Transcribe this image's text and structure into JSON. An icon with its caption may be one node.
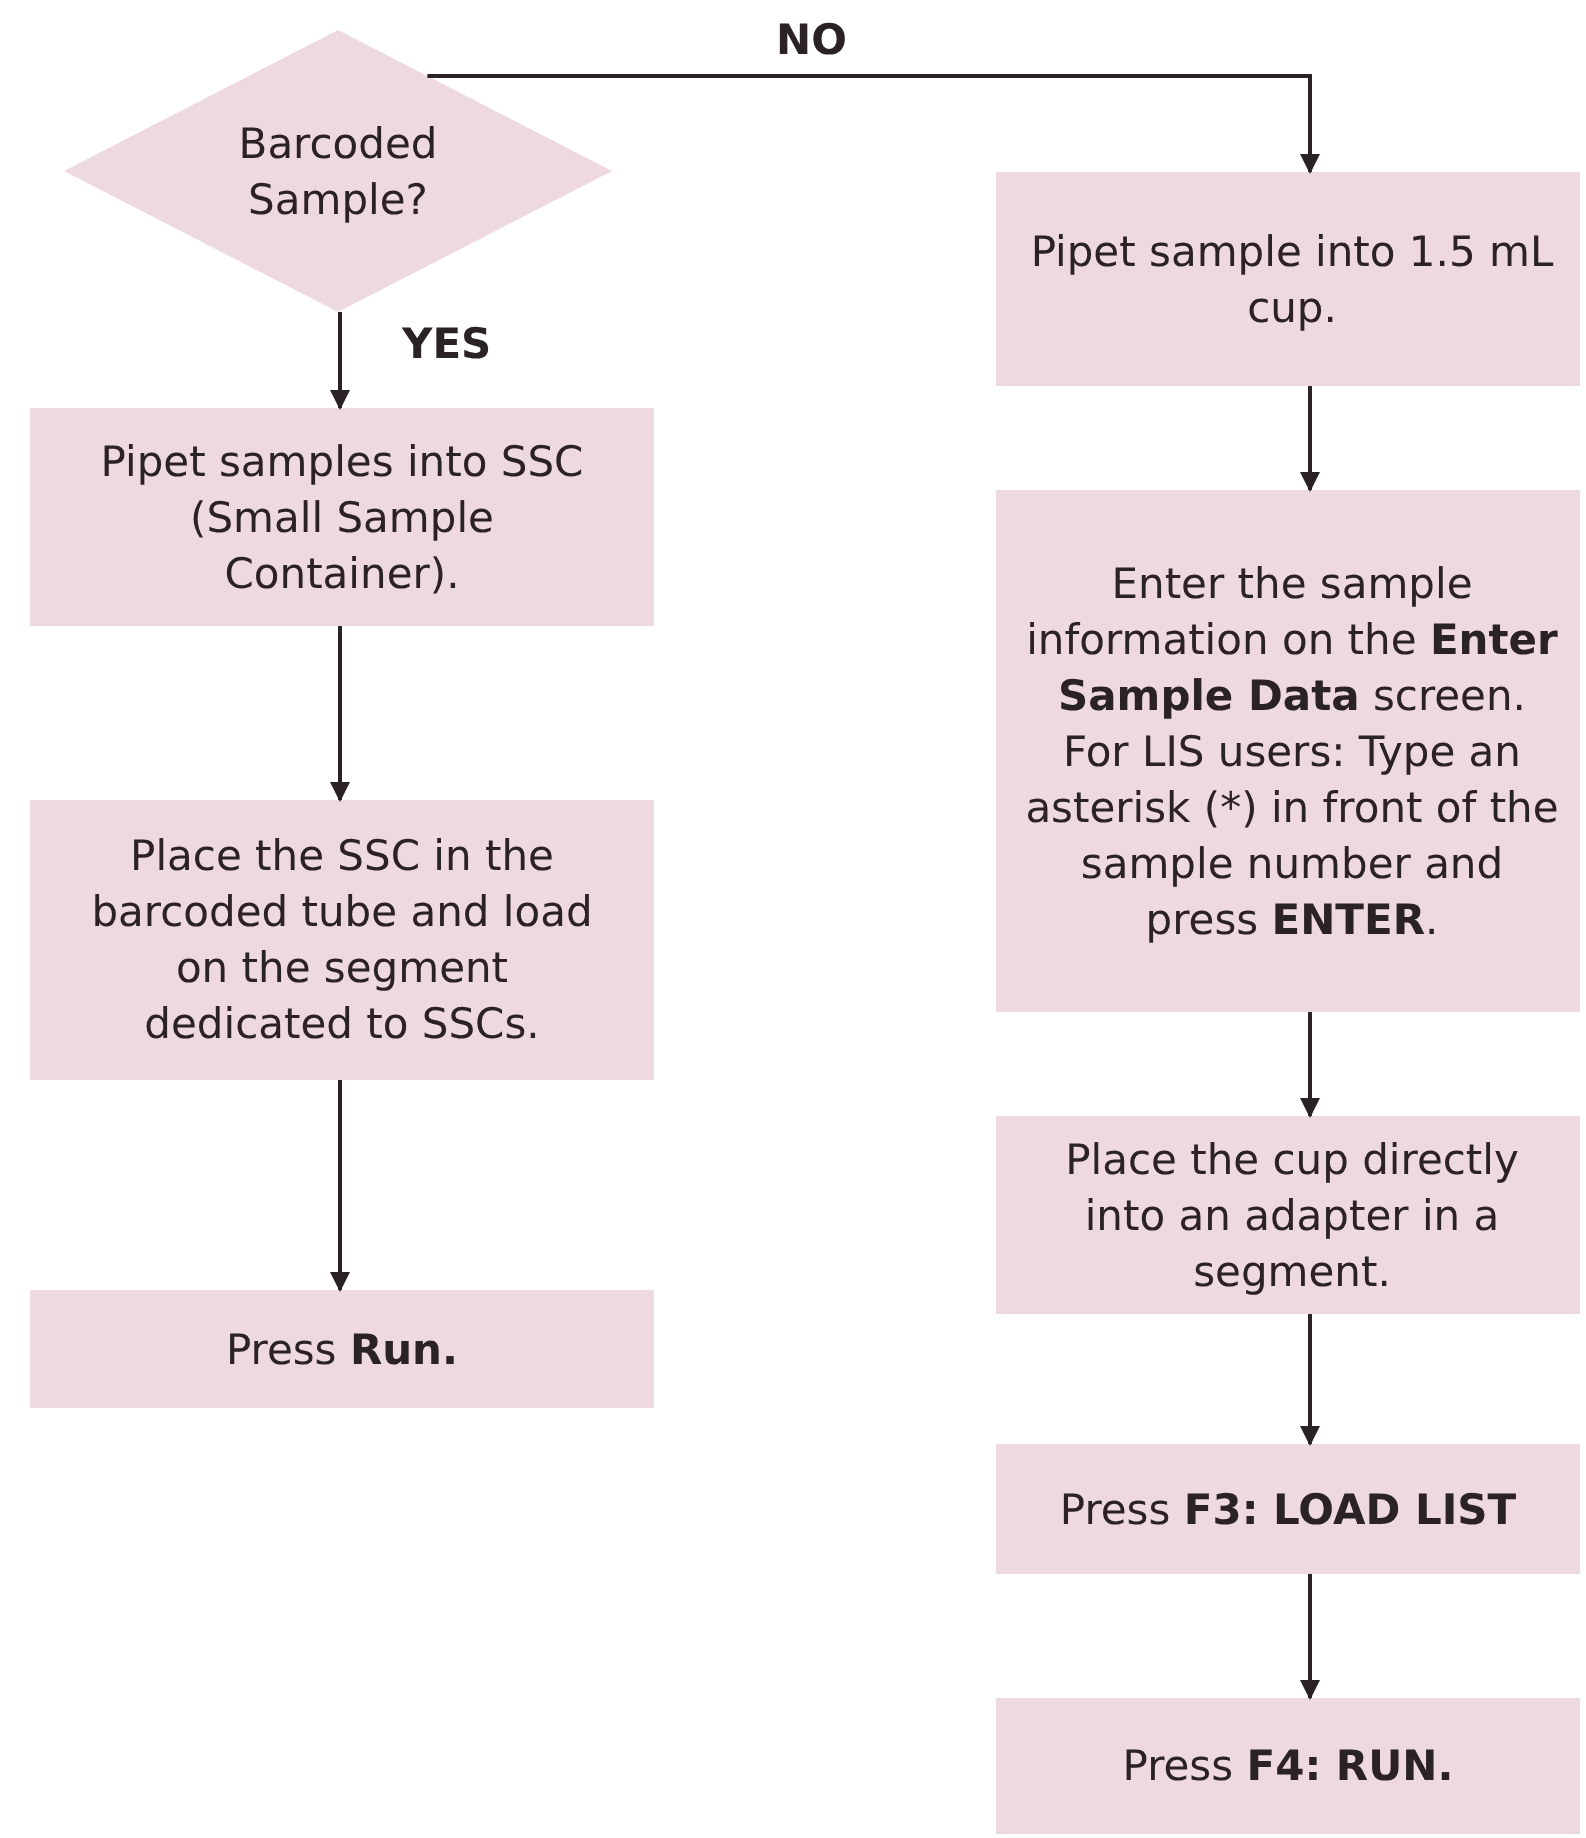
{
  "diagram": {
    "nodes": [
      {
        "text": [
          "Barcoded Sample?"
        ]
      },
      {
        "text": [
          "Pipet samples into SSC (Small Sample Container)."
        ]
      },
      {
        "text": [
          "Place the SSC in the barcoded tube and load on the segment dedicated to SSCs."
        ]
      },
      {
        "text": [
          "Press **Run.**"
        ]
      },
      {
        "text": [
          "Pipet sample into 1.5 mL cup."
        ]
      },
      {
        "text": [
          "Enter the sample information on the **Enter Sample Data** screen. For LIS users: Type an asterisk (*) in front of the sample number and press **ENTER**."
        ]
      },
      {
        "text": [
          "Place the cup directly into an adapter in a segment."
        ]
      },
      {
        "text": [
          "Press **F3: LOAD LIST**"
        ]
      },
      {
        "text": [
          "Press **F4: RUN.**"
        ]
      }
    ],
    "edges": [
      {
        "from": 0,
        "to": 4,
        "arrow": "to",
        "label": "NO"
      },
      {
        "from": 0,
        "to": 1,
        "arrow": "to",
        "label": "YES"
      },
      {
        "from": 1,
        "to": 2,
        "arrow": "to"
      },
      {
        "from": 2,
        "to": 3,
        "arrow": "to"
      },
      {
        "from": 4,
        "to": 5,
        "arrow": "to"
      },
      {
        "from": 5,
        "to": 6,
        "arrow": "to"
      },
      {
        "from": 6,
        "to": 7,
        "arrow": "to"
      },
      {
        "from": 7,
        "to": 8,
        "arrow": "to"
      }
    ]
  }
}
